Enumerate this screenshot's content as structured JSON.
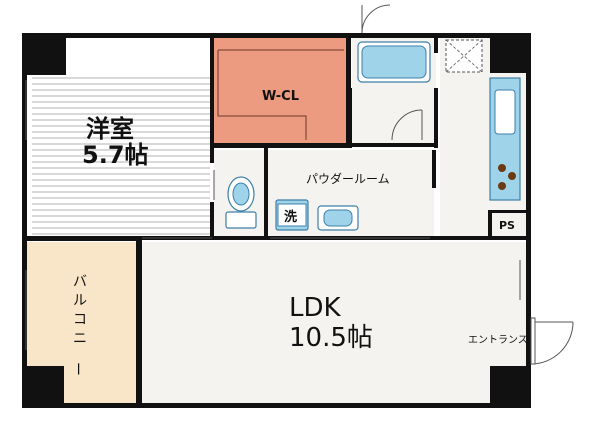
{
  "rooms": {
    "western_room": {
      "name": "洋室",
      "size": "5.7帖"
    },
    "walk_in_closet": {
      "name": "W-CL"
    },
    "powder_room": {
      "name": "パウダールーム"
    },
    "washer": {
      "name": "洗"
    },
    "ldk": {
      "name": "LDK",
      "size": "10.5帖"
    },
    "balcony": {
      "name": "バルコニー"
    },
    "entrance": {
      "name": "エントランス"
    },
    "pipe_space": {
      "name": "PS"
    }
  },
  "colors": {
    "wall": "#111111",
    "floor": "#f5f3ef",
    "western_floor_line": "#9a9a9a",
    "closet": "#ec9a80",
    "balcony": "#f9e6c8",
    "fixture_fill": "#9fd3ea",
    "fixture_stroke": "#3d7fa8",
    "burner": "#6b3a12"
  }
}
